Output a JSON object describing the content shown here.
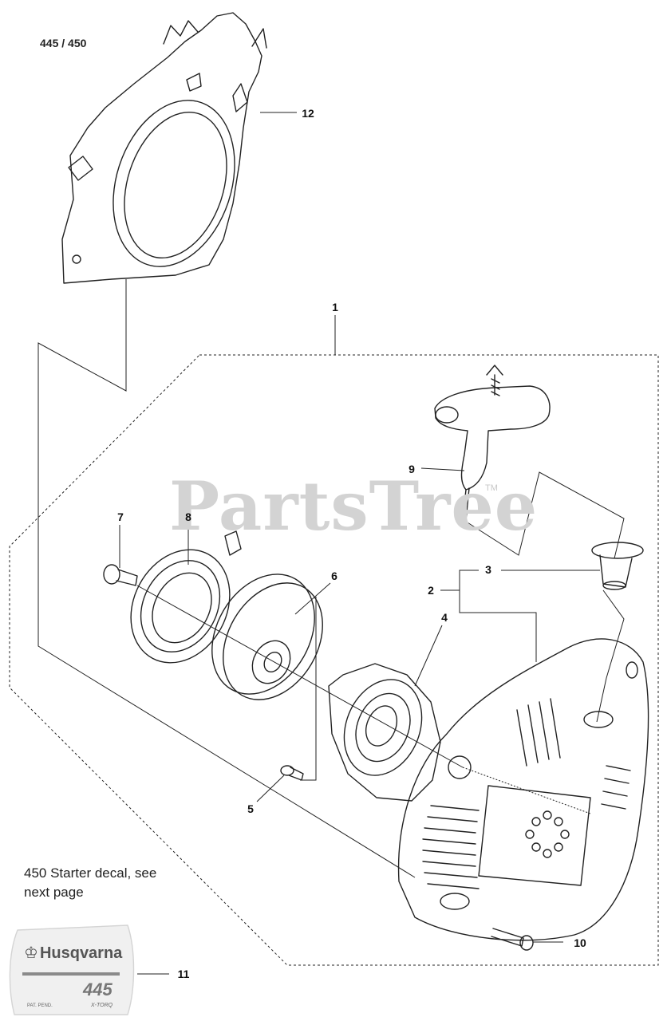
{
  "diagram": {
    "model_label": "445 / 450",
    "watermark": {
      "text": "PartsTree",
      "tm": "TM"
    },
    "decal_note": "450 Starter decal, see next page",
    "decal": {
      "brand": "Husqvarna",
      "model": "445",
      "patent": "PAT. PEND.",
      "variant": "X-TORQ"
    },
    "callouts": [
      {
        "id": "1",
        "label": "1"
      },
      {
        "id": "2",
        "label": "2"
      },
      {
        "id": "3",
        "label": "3"
      },
      {
        "id": "4",
        "label": "4"
      },
      {
        "id": "5",
        "label": "5"
      },
      {
        "id": "6",
        "label": "6"
      },
      {
        "id": "7",
        "label": "7"
      },
      {
        "id": "8",
        "label": "8"
      },
      {
        "id": "9",
        "label": "9"
      },
      {
        "id": "10",
        "label": "10"
      },
      {
        "id": "11",
        "label": "11"
      },
      {
        "id": "12",
        "label": "12"
      }
    ]
  }
}
